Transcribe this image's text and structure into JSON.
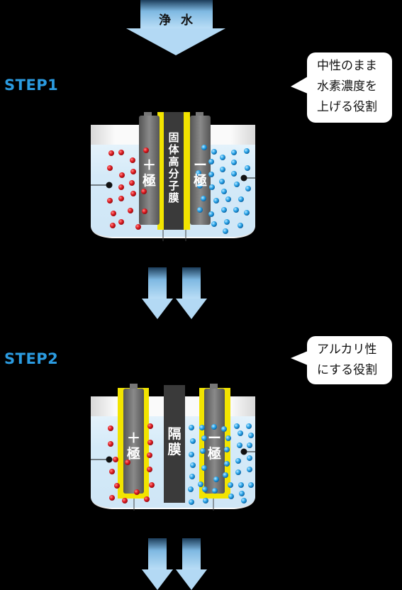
{
  "inlet": {
    "label": "浄 水"
  },
  "step1": {
    "title": "STEP1",
    "callout": [
      "中性のまま",
      "水素濃度を",
      "上げる役割"
    ],
    "membrane_label": "固体高分子膜",
    "plus_label": "＋極",
    "minus_label": "ー極"
  },
  "step2": {
    "title": "STEP2",
    "callout": [
      "アルカリ性",
      "にする役割"
    ],
    "membrane_label": "隔膜",
    "plus_label": "＋極",
    "minus_label": "ー極"
  },
  "colors": {
    "water_blue": "#3aa0e0",
    "arrow_blue": "#a8d4f2",
    "electrode_gray": "#6e6e6e",
    "membrane_dark": "#3a3a3a",
    "highlight_yellow": "#f2e400",
    "red_ion": "#d8141c",
    "blue_ion": "#27a3e8",
    "step_label": "#2b9be0"
  }
}
